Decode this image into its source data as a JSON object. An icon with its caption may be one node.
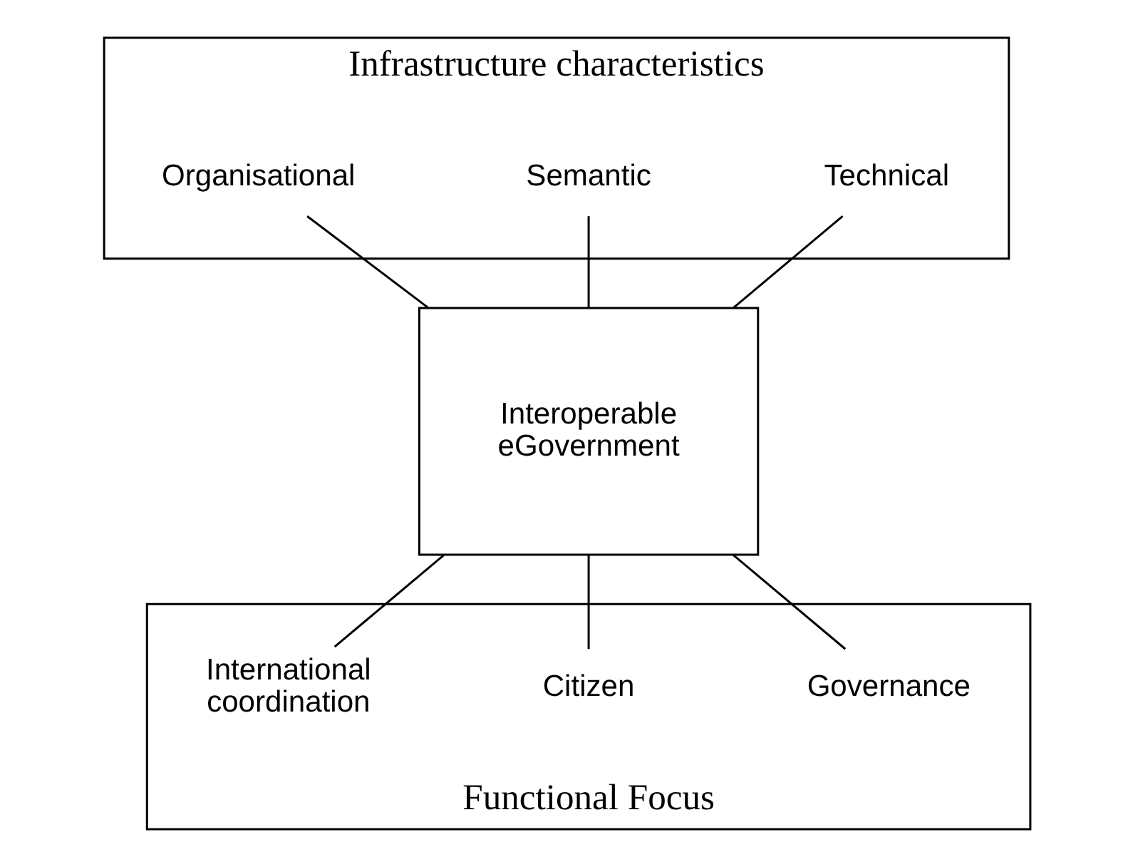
{
  "diagram": {
    "nodes": [
      {
        "text": [
          "Infrastructure characteristics"
        ]
      },
      {
        "text": [
          "Technical"
        ],
        "in": 0
      },
      {
        "text": [
          "Semantic"
        ],
        "in": 0
      },
      {
        "text": [
          "Organisational"
        ],
        "in": 0
      },
      {
        "text": [
          "Interoperable eGovernment"
        ]
      },
      {
        "text": [
          "Functional Focus"
        ]
      },
      {
        "text": [
          "Governance"
        ],
        "in": 5
      },
      {
        "text": [
          "Citizen"
        ],
        "in": 5
      },
      {
        "text": [
          "International coordination"
        ],
        "in": 5
      }
    ],
    "edges": [
      {
        "from": 1,
        "to": 4,
        "arrow": "none"
      },
      {
        "from": 2,
        "to": 4,
        "arrow": "none"
      },
      {
        "from": 3,
        "to": 4,
        "arrow": "none"
      },
      {
        "from": 4,
        "to": 6,
        "arrow": "none"
      },
      {
        "from": 4,
        "to": 7,
        "arrow": "none"
      },
      {
        "from": 4,
        "to": 8,
        "arrow": "none"
      }
    ]
  }
}
